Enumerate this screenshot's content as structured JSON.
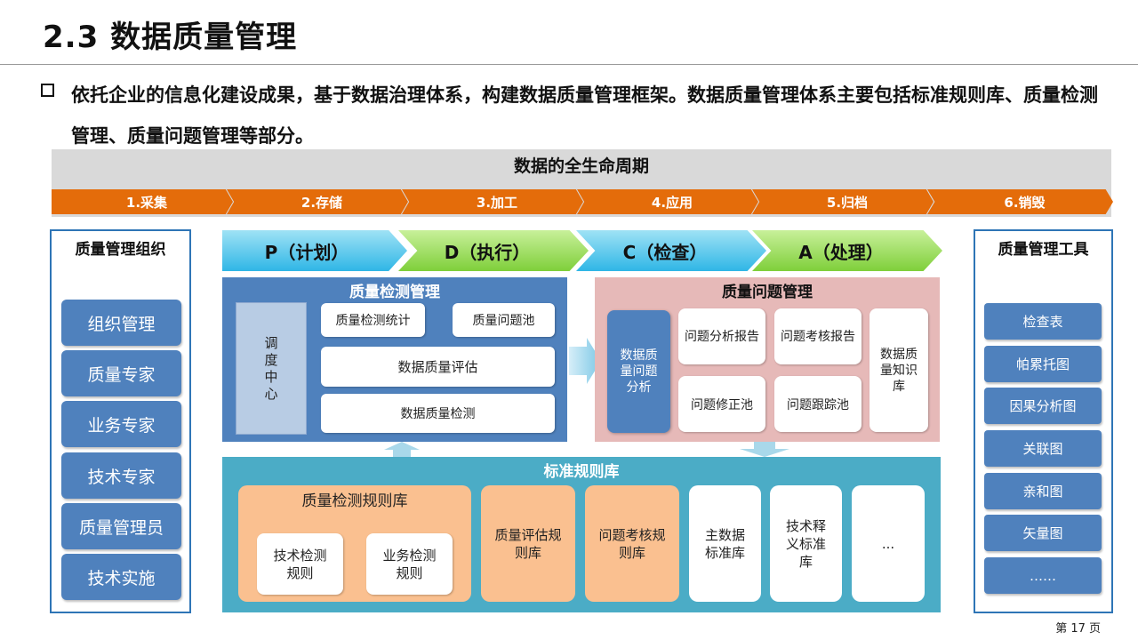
{
  "page": {
    "title": "2.3 数据质量管理",
    "bullet": "依托企业的信息化建设成果，基于数据治理体系，构建数据质量管理框架。数据质量管理体系主要包括标准规则库、质量检测管理、质量问题管理等部分。",
    "footer": "第 17 页"
  },
  "lifecycle": {
    "title": "数据的全生命周期",
    "stages": [
      "1.采集",
      "2.存储",
      "3.加工",
      "4.应用",
      "5.归档",
      "6.销毁"
    ],
    "color": "#e46c0a"
  },
  "org": {
    "title": "质量管理组织",
    "items": [
      "组织管理",
      "质量专家",
      "业务专家",
      "技术专家",
      "质量管理员",
      "技术实施"
    ]
  },
  "tools": {
    "title": "质量管理工具",
    "items": [
      "检查表",
      "帕累托图",
      "因果分析图",
      "关联图",
      "亲和图",
      "矢量图",
      "……"
    ]
  },
  "pdca": [
    "P（计划）",
    "D（执行）",
    "C（检查）",
    "A（处理）"
  ],
  "detection": {
    "title": "质量检测管理",
    "dispatch": "调度中心",
    "stats": "质量检测统计",
    "pool": "质量问题池",
    "evaluate": "数据质量评估",
    "detect": "数据质量检测"
  },
  "problem": {
    "title": "质量问题管理",
    "analysis": "数据质量问题分析",
    "report": "问题分析报告",
    "assess_report": "问题考核报告",
    "fix_pool": "问题修正池",
    "track_pool": "问题跟踪池",
    "knowledge": "数据质量知识库"
  },
  "standards": {
    "title": "标准规则库",
    "detect_rules": {
      "title": "质量检测规则库",
      "tech": "技术检测规则",
      "biz": "业务检测规则"
    },
    "eval_rules": "质量评估规则库",
    "assess_rules": "问题考核规则库",
    "master": "主数据标准库",
    "tech_def": "技术释义标准库",
    "more": "..."
  },
  "colors": {
    "blue_panel": "#4f81bd",
    "pink_panel": "#e6b9b8",
    "teal_panel": "#4bacc6",
    "orange_box": "#fac090",
    "accent_blue": "#2e75b6"
  }
}
